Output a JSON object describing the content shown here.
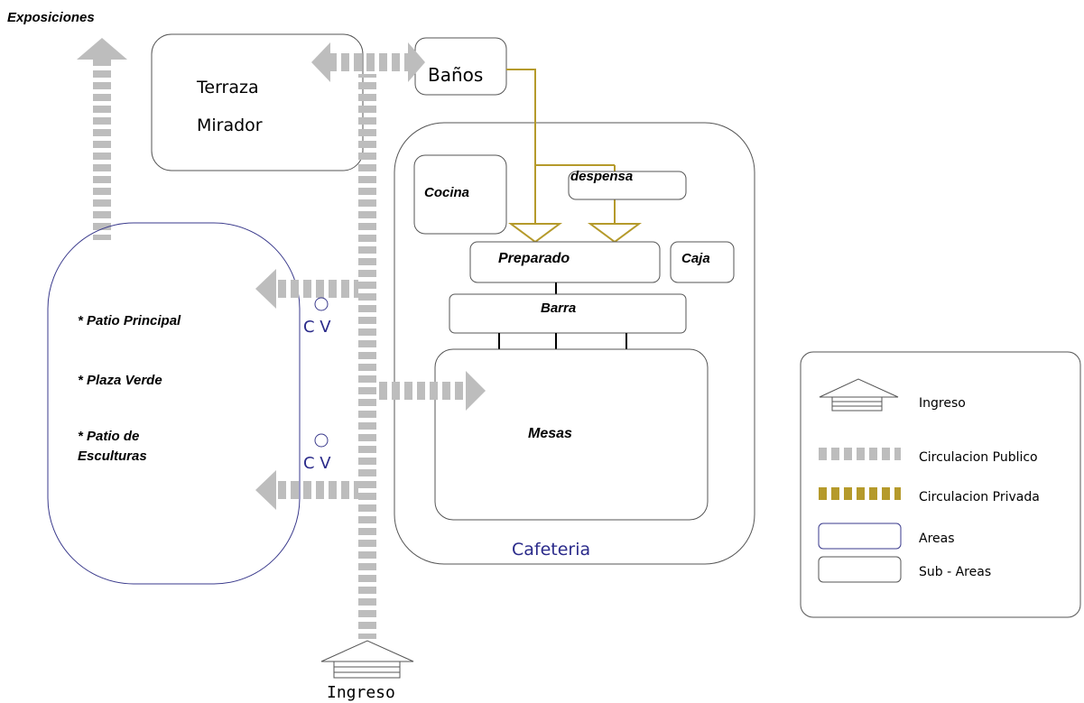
{
  "labels": {
    "exposiciones": "Exposiciones",
    "terraza_line1": "Terraza",
    "terraza_line2": "Mirador",
    "banos": "Baños",
    "cocina": "Cocina",
    "despensa": "despensa",
    "preparado": "Preparado",
    "caja": "Caja",
    "barra": "Barra",
    "mesas": "Mesas",
    "cafeteria": "Cafeteria",
    "patio_principal": "* Patio Principal",
    "plaza_verde": "* Plaza Verde",
    "patio_esculturas_line1": "* Patio de",
    "patio_esculturas_line2": "Esculturas",
    "cv_top": "C V",
    "cv_bottom": "C V",
    "ingreso_bottom": "Ingreso"
  },
  "legend": {
    "ingreso": "Ingreso",
    "circ_publico": "Circulacion Publico",
    "circ_privada": "Circulacion Privada",
    "areas": "Areas",
    "sub_areas": "Sub - Areas"
  },
  "colors": {
    "public_circulation": "#bdbdbd",
    "private_circulation": "#b59a2b",
    "area_outline": "#3a3a8c",
    "subarea_outline": "#555555",
    "cv_text": "#2a2a8a"
  }
}
